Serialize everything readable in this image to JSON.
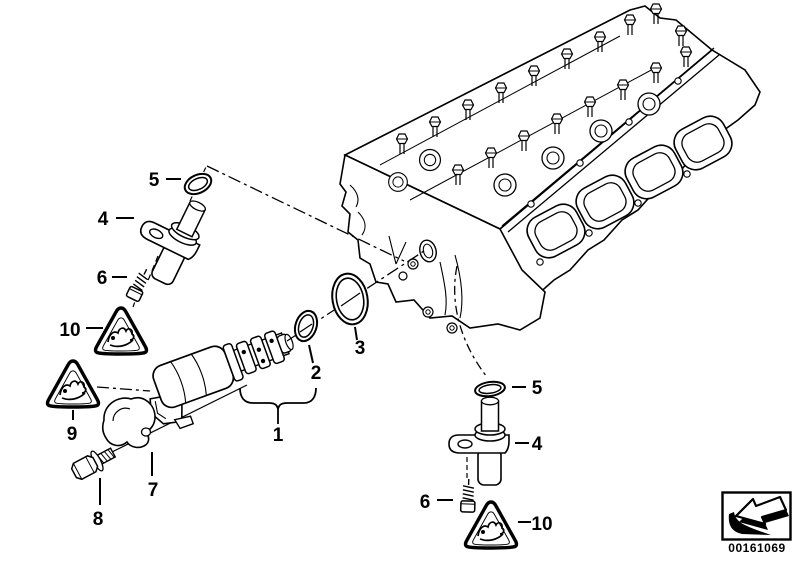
{
  "diagram_type": "exploded-parts-diagram",
  "callouts": {
    "solenoid_valve": "1",
    "o_ring_small": "2",
    "o_ring_large": "3",
    "sensor_top": "4",
    "seal_ring_top": "5",
    "bolt_top": "6",
    "clip": "7",
    "hex_bolt": "8",
    "warning_mid": "9",
    "warning_top": "10",
    "seal_ring_bottom": "5",
    "sensor_bottom": "4",
    "bolt_bottom": "6",
    "warning_bottom": "10"
  },
  "footer": {
    "image_number": "00161069"
  },
  "icons": {
    "arrow_box": "bent-arrow-down-left",
    "warning_triangle": "handle-with-care-triangle"
  },
  "colors": {
    "line": "#000000",
    "background": "#ffffff"
  }
}
